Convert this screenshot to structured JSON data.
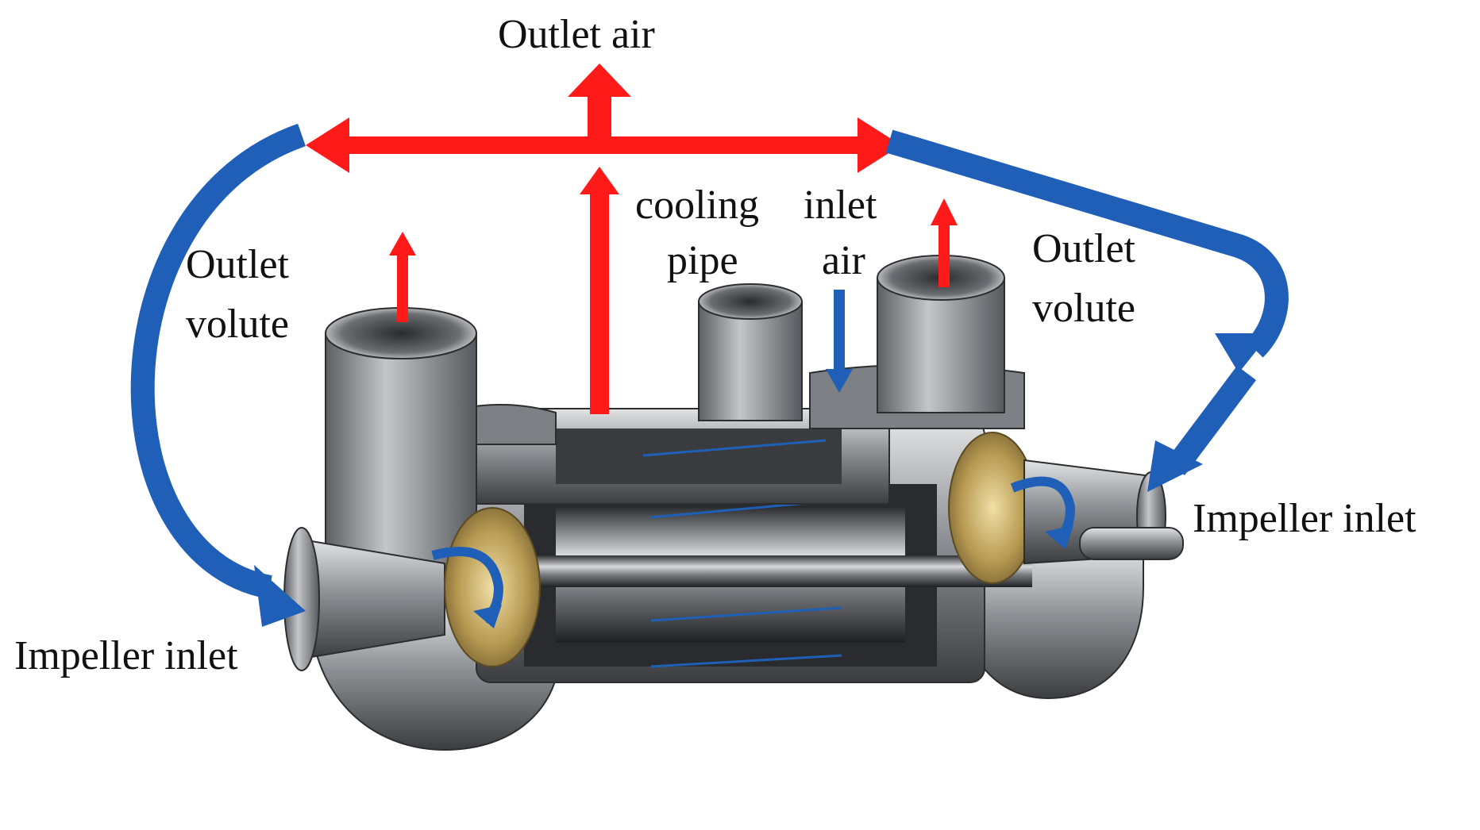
{
  "labels": {
    "outlet_air": "Outlet air",
    "cooling_pipe_line1": "cooling",
    "cooling_pipe_line2": "pipe",
    "inlet_air_line1": "inlet",
    "inlet_air_line2": "air",
    "outlet_volute_left_line1": "Outlet",
    "outlet_volute_left_line2": "volute",
    "outlet_volute_right_line1": "Outlet",
    "outlet_volute_right_line2": "volute",
    "impeller_inlet_left": "Impeller inlet",
    "impeller_inlet_right": "Impeller inlet"
  },
  "colors": {
    "hot_flow": "#ff1a1a",
    "cool_flow": "#1f5fb8",
    "metal_dark": "#4a4c50",
    "metal_mid": "#8a8d92",
    "metal_light": "#c9cbce",
    "impeller": "#b89a52",
    "text": "#111111"
  }
}
